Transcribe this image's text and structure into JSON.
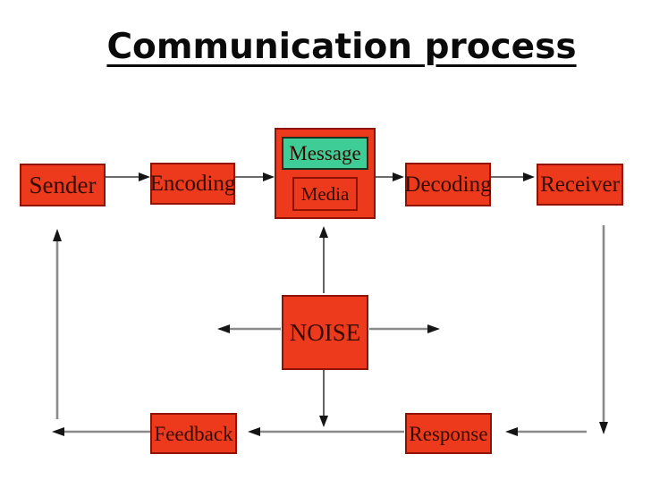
{
  "slide": {
    "title": "Communication process"
  },
  "nodes": {
    "sender": {
      "label": "Sender"
    },
    "encoding": {
      "label": "Encoding"
    },
    "message": {
      "label": "Message"
    },
    "media": {
      "label": "Media"
    },
    "decoding": {
      "label": "Decoding"
    },
    "receiver": {
      "label": "Receiver"
    },
    "noise": {
      "label": "NOISE"
    },
    "feedback": {
      "label": "Feedback"
    },
    "response": {
      "label": "Response"
    }
  },
  "colors": {
    "background": "#ffffff",
    "title_text": "#0a0a0a",
    "box_fill": "#ee3a1c",
    "box_border": "#8f1300",
    "message_fill": "#3ecd97",
    "message_border": "#143321",
    "text": "#330b00",
    "arrow_dark": "#3a3a3a",
    "arrow_gray": "#8a8a8a",
    "arrow_head": "#151515"
  }
}
